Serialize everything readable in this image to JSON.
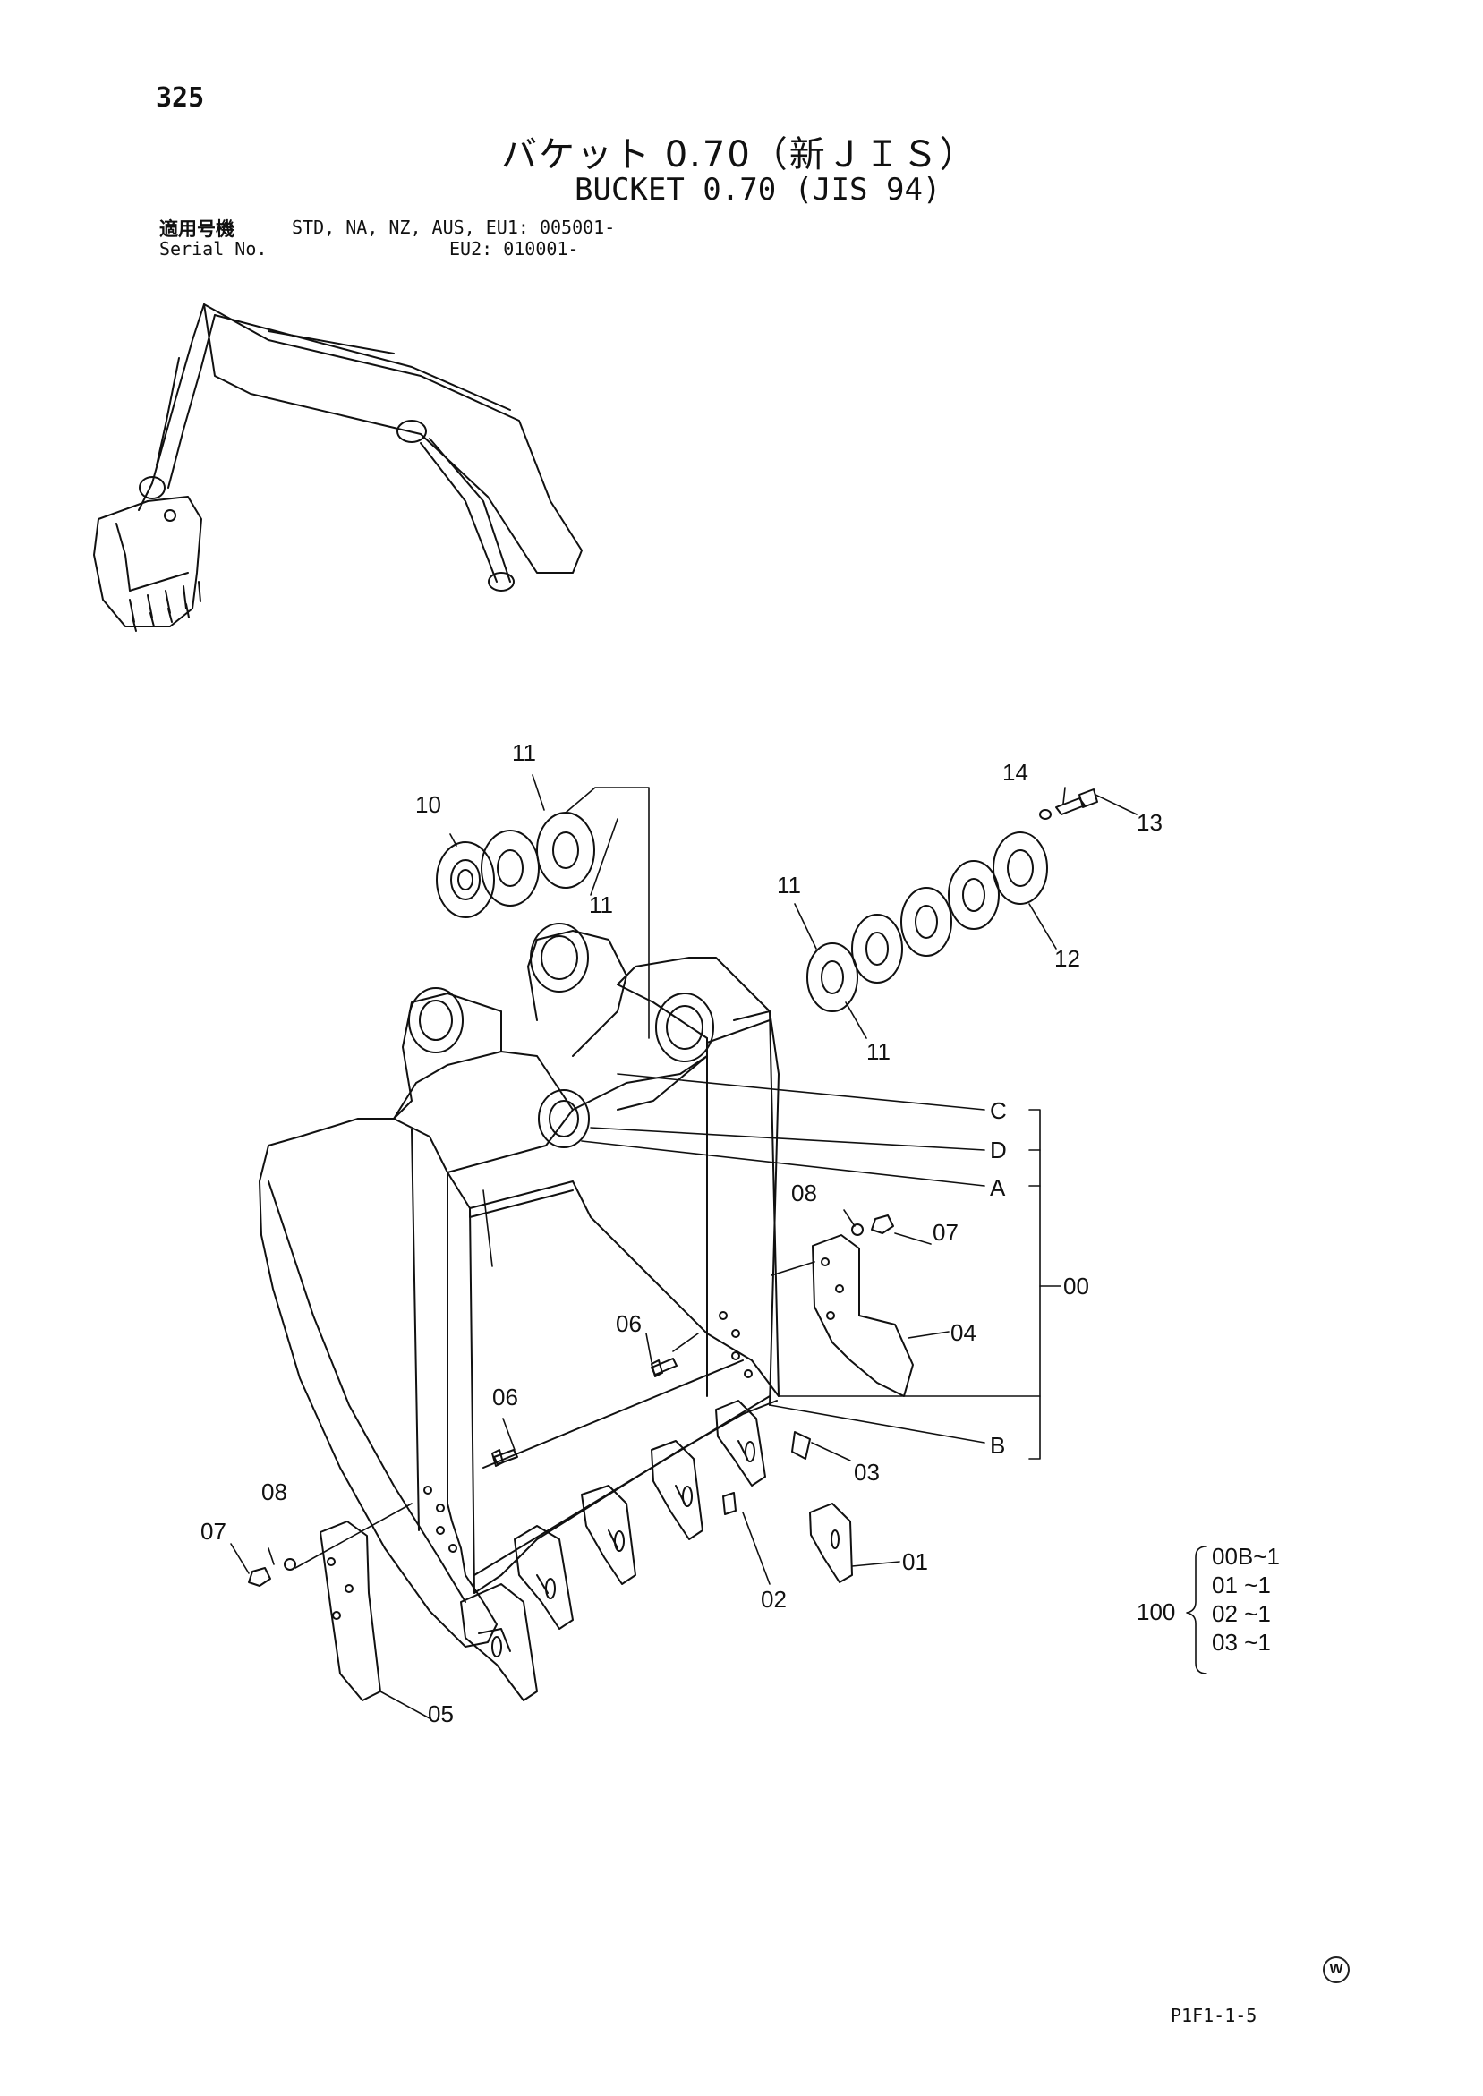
{
  "page_number": "325",
  "title_jp": "バケット 0.70（新ＪＩＳ）",
  "title_en": "BUCKET 0.70 (JIS 94)",
  "applicability": {
    "label_jp": "適用号機",
    "label_en": "Serial No.",
    "line1": "STD, NA, NZ, AUS, EU1: 005001-",
    "line2": "EU2: 010001-"
  },
  "callouts": {
    "p11a": "11",
    "p10": "10",
    "p11b": "11",
    "p14": "14",
    "p13": "13",
    "p11c": "11",
    "p12": "12",
    "p11d": "11",
    "C": "C",
    "D": "D",
    "A": "A",
    "B": "B",
    "p00": "00",
    "p08a": "08",
    "p07a": "07",
    "p04": "04",
    "p06a": "06",
    "p06b": "06",
    "p03": "03",
    "p01": "01",
    "p02": "02",
    "p08b": "08",
    "p07b": "07",
    "p05": "05"
  },
  "kit": {
    "label": "100",
    "items": [
      "00B~1",
      "01 ~1",
      "02 ~1",
      "03 ~1"
    ]
  },
  "footer_code": "P1F1-1-5",
  "watermark_letter": "W"
}
